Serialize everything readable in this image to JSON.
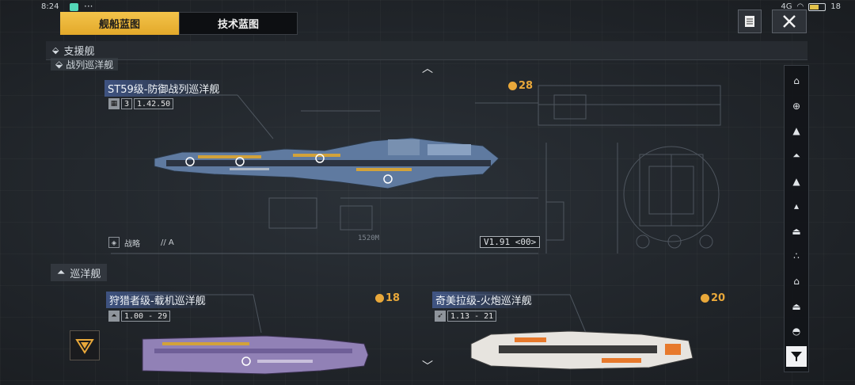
{
  "status_bar": {
    "time": "8:24",
    "right": "4G",
    "battery": "18"
  },
  "tabs": [
    {
      "label": "舰船蓝图",
      "active": true
    },
    {
      "label": "技术蓝图",
      "active": false
    }
  ],
  "section": {
    "label": "支援舰"
  },
  "sub_section": {
    "label": "战列巡洋舰"
  },
  "ships": [
    {
      "name": "ST59级-防御战列巡洋舰",
      "stat_num": "1.42.50",
      "stat_prefix": "3",
      "cost": "28",
      "role": "战略",
      "role_code": "// A",
      "length": "1520M",
      "version": "V1.91 <00>"
    },
    {
      "name": "狩猎者级-载机巡洋舰",
      "stat_num": "1.00 - 29",
      "cost": "18"
    },
    {
      "name": "奇美拉级-火炮巡洋舰",
      "stat_num": "1.13 - 21",
      "cost": "20"
    }
  ],
  "section2": {
    "label": "巡洋舰"
  },
  "icons": {
    "filter": "filter-icon",
    "close": "close-icon",
    "notes": "notes-icon"
  },
  "colors": {
    "accent": "#f3c34a",
    "cost": "#e9a83a",
    "title_highlight": "#5678c8"
  }
}
